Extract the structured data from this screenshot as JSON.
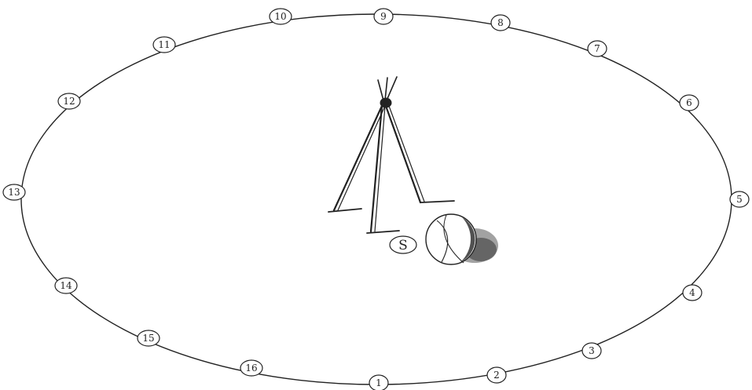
{
  "stations": [
    {
      "label": "1"
    },
    {
      "label": "2"
    },
    {
      "label": "3"
    },
    {
      "label": "4"
    },
    {
      "label": "5"
    },
    {
      "label": "6"
    },
    {
      "label": "7"
    },
    {
      "label": "8"
    },
    {
      "label": "9"
    },
    {
      "label": "10"
    },
    {
      "label": "11"
    },
    {
      "label": "12"
    },
    {
      "label": "13"
    },
    {
      "label": "14"
    },
    {
      "label": "15"
    },
    {
      "label": "16"
    }
  ],
  "center_marker": {
    "label": "S"
  },
  "colors": {
    "ink": "#222222",
    "paper": "#ffffff"
  }
}
